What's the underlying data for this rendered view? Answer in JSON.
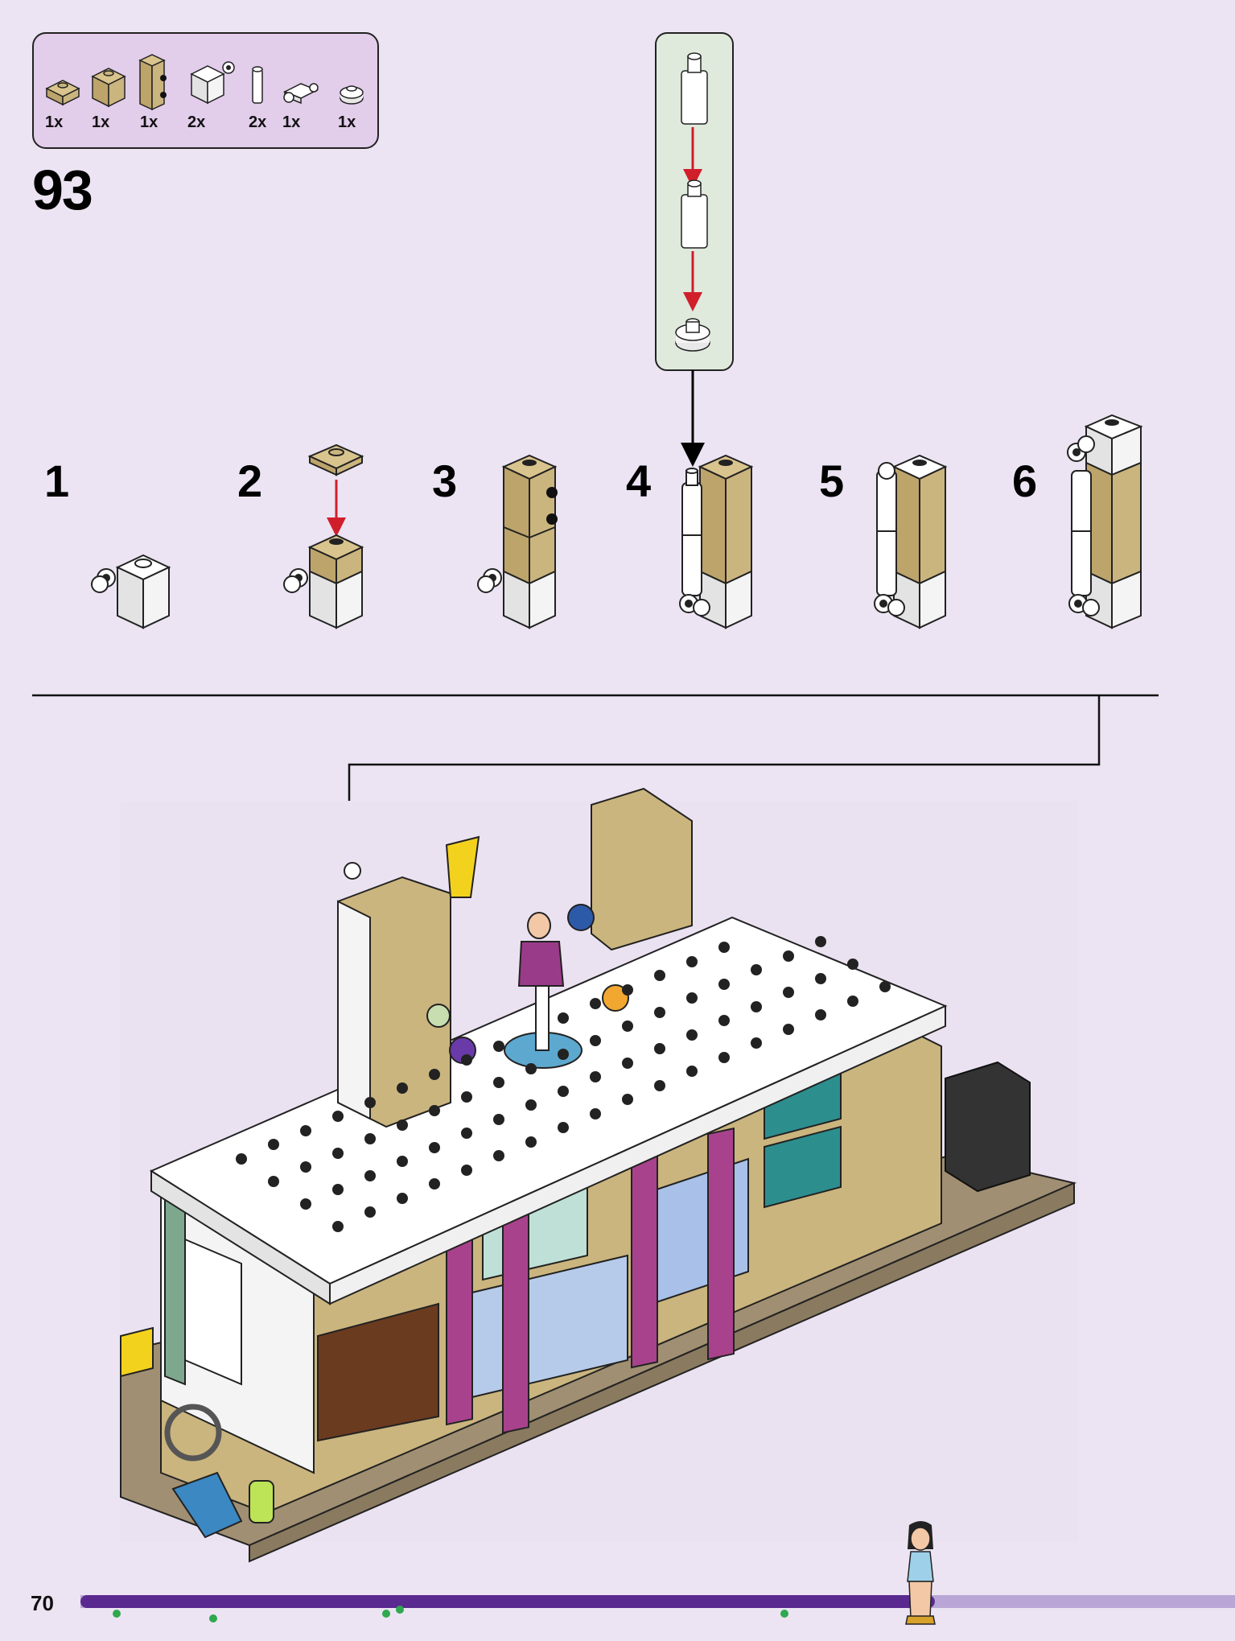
{
  "instruction_page": {
    "step_number": "93",
    "page_number": "70",
    "parts_list": [
      {
        "name": "tan-plate-1x1-icon",
        "qty": "1x"
      },
      {
        "name": "tan-brick-1x1-icon",
        "qty": "1x"
      },
      {
        "name": "tan-brick-side-studs-icon",
        "qty": "1x"
      },
      {
        "name": "white-brick-clip-icon",
        "qty": "2x"
      },
      {
        "name": "white-bar-icon",
        "qty": "2x"
      },
      {
        "name": "white-plate-clip-icon",
        "qty": "1x"
      },
      {
        "name": "white-round-tile-icon",
        "qty": "1x"
      }
    ],
    "sub_steps": [
      "1",
      "2",
      "3",
      "4",
      "5",
      "6"
    ],
    "progress": {
      "fraction": 0.74
    },
    "colors": {
      "background": "#ece4f2",
      "parts_panel": "#e2cdea",
      "subassembly_panel": "#dfe9dc",
      "arrow_red": "#d01f2b",
      "progress_filled": "#5a2a90",
      "progress_empty": "#b9a6d6",
      "tan": "#cbb57e",
      "magenta": "#a8428c"
    }
  }
}
